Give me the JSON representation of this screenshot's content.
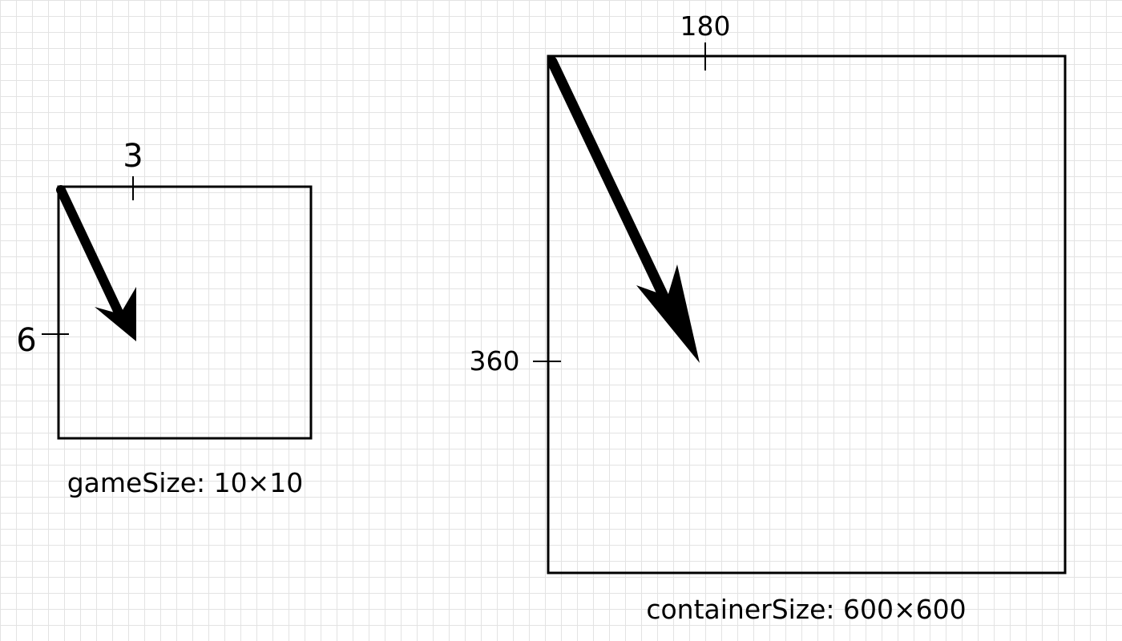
{
  "left": {
    "tick_x_label": "3",
    "tick_y_label": "6",
    "caption": "gameSize: 10×10"
  },
  "right": {
    "tick_x_label": "180",
    "tick_y_label": "360",
    "caption": "containerSize: 600×600"
  }
}
